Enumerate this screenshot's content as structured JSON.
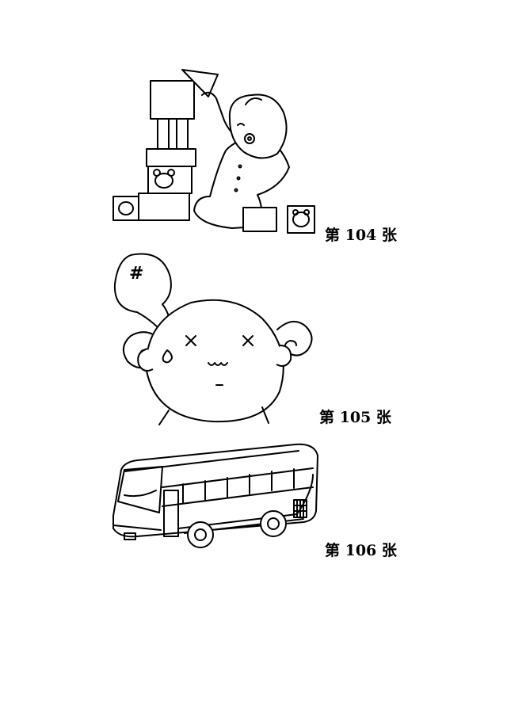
{
  "figures": [
    {
      "caption": "第 104 张",
      "subject": "child-stacking-blocks"
    },
    {
      "caption": "第 105 张",
      "subject": "upset-cartoon-face"
    },
    {
      "caption": "第 106 张",
      "subject": "coach-bus"
    }
  ],
  "thought_bubble_symbol": "#"
}
